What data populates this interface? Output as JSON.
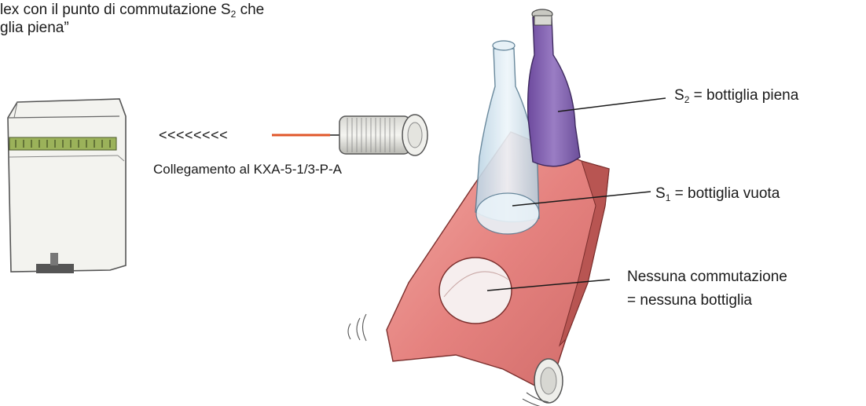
{
  "caption": {
    "line1_pre": "lex con il punto di commutazione S",
    "line1_sub": "2",
    "line1_post": " che",
    "line2": "glia piena”"
  },
  "sensor": {
    "arrows": "<<<<<<<<",
    "connection_label": "Collegamento al  KXA-5-1/3-P-A"
  },
  "labels": {
    "s2_main": "S",
    "s2_sub": "2",
    "s2_text": " = bottiglia piena",
    "s1_main": "S",
    "s1_sub": "1",
    "s1_text": " = bottiglia vuota",
    "none_line1": "Nessuna commutazione",
    "none_line2": "= nessuna bottiglia"
  },
  "colors": {
    "belt": "#e58a86",
    "belt_dark": "#c05a58",
    "full_bottle": "#8a67b5",
    "empty_bottle": "#cfe3ee",
    "beam": "#e0572a",
    "device_body": "#f4f4f0",
    "device_terminal": "#9bb25a"
  }
}
